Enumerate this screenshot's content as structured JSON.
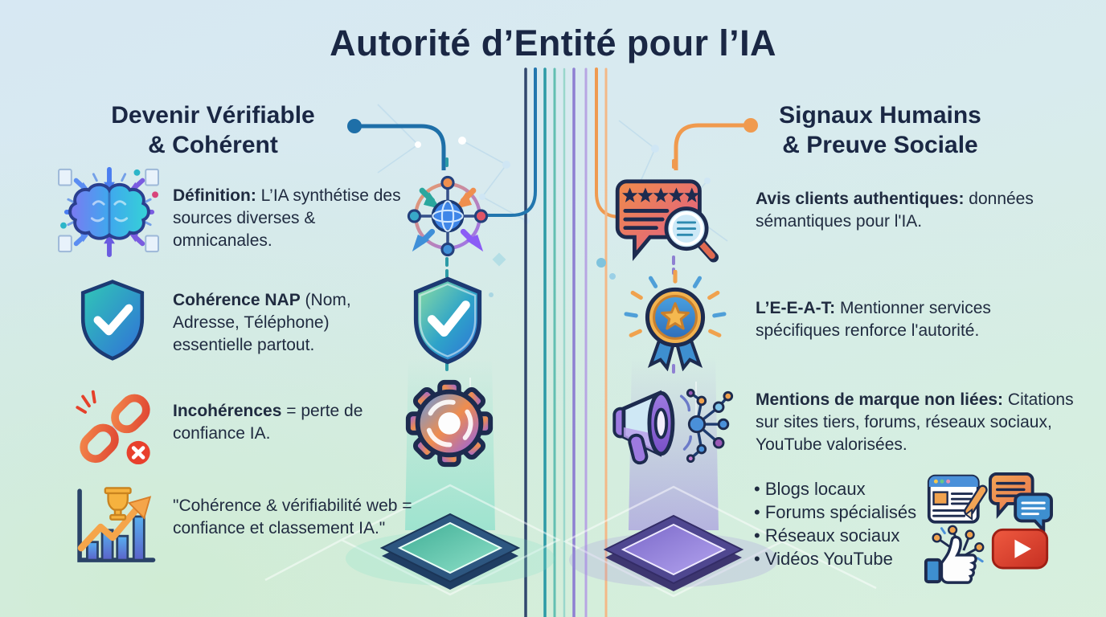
{
  "title": "Autorité d’Entité pour l’IA",
  "left": {
    "heading": [
      "Devenir Vérifiable",
      "& Cohérent"
    ],
    "items": [
      {
        "lead": "Définition:",
        "body": " L’IA synthétise des sources diverses & omnicanales."
      },
      {
        "lead": "Cohérence NAP",
        "body": " (Nom, Adresse, Téléphone) essentielle partout."
      },
      {
        "lead": "Incohérences",
        "body": " = perte de confiance IA."
      },
      {
        "lead": "",
        "body": "\"Cohérence & vérifiabilité web = confiance et classement IA.\""
      }
    ]
  },
  "right": {
    "heading": [
      "Signaux Humains",
      "& Preuve Sociale"
    ],
    "items": [
      {
        "lead": "Avis clients authentiques:",
        "body": " données sémantiques pour l'IA."
      },
      {
        "lead": "L’E-E-A-T:",
        "body": " Mentionner services spécifiques renforce l'autorité."
      },
      {
        "lead": "Mentions de marque non liées:",
        "body": " Citations sur sites tiers, forums, réseaux sociaux, YouTube valorisées."
      }
    ],
    "bullets": [
      "Blogs locaux",
      "Forums spécialisés",
      "Réseaux sociaux",
      "Vidéos YouTube"
    ]
  },
  "icons": {
    "left_items": [
      "brain-inbound-arrows",
      "shield-check",
      "broken-link",
      "growth-chart-trophy"
    ],
    "center_left": [
      "network-hub-globe",
      "shield-check",
      "process-gear"
    ],
    "center_right": [
      "review-bubble-magnifier",
      "award-medal-star",
      "megaphone-network"
    ],
    "bottom_right": [
      "blog-browser-pencil",
      "forum-chat-bubbles",
      "social-thumbs-up",
      "youtube-play"
    ]
  },
  "colors": {
    "title_text": "#1a2744",
    "body_text": "#202b40",
    "blue_connector": "#1e6fa8",
    "orange_connector": "#f09a4e",
    "teal_beam": "#7eddc8",
    "purple_beam": "#a08ce0",
    "background_top": "#d7e8f3",
    "background_bottom": "#dcf0dd"
  }
}
